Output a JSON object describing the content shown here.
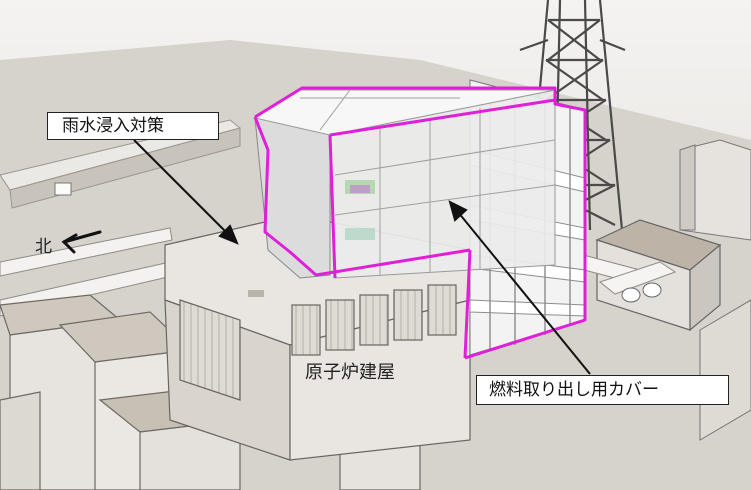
{
  "labels": {
    "rainwater": "雨水浸入対策",
    "north": "北",
    "reactor_building": "原子炉建屋",
    "fuel_cover": "燃料取り出し用カバー"
  },
  "colors": {
    "cover_outline": "#e020d8",
    "background": "#ffffff",
    "building": "#e9e6e1"
  }
}
